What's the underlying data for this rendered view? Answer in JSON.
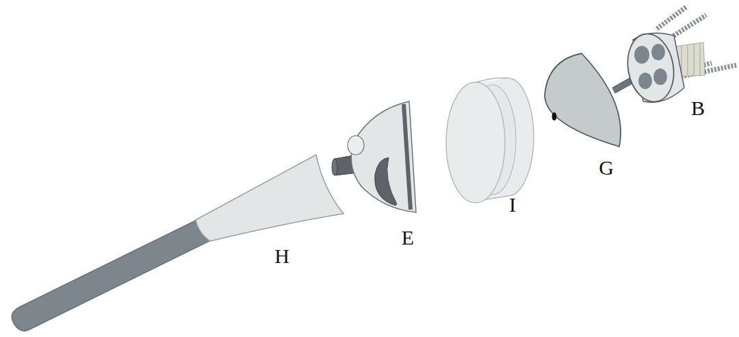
{
  "diagram": {
    "labels": [
      "H",
      "E",
      "I",
      "G",
      "B"
    ]
  }
}
